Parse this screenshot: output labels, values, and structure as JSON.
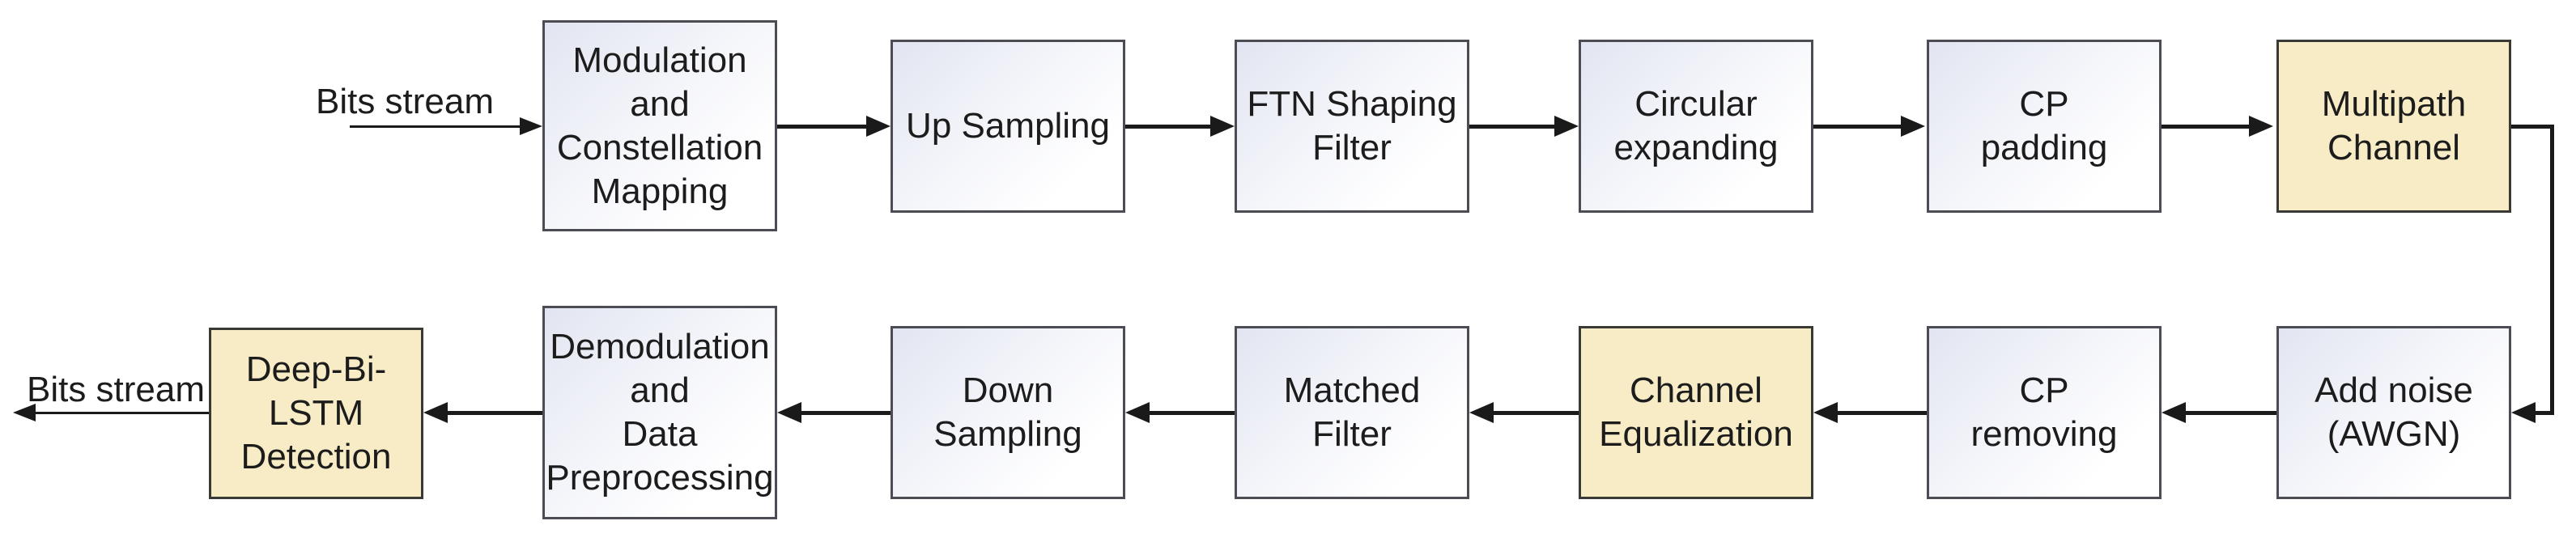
{
  "diagram": {
    "type": "block-flow-diagram",
    "input_label": "Bits stream",
    "output_label": "Bits stream",
    "colors": {
      "plain_box_fill_top": "#e2e5f1",
      "plain_box_fill_bottom": "#ffffff",
      "plain_box_border": "#4c4c54",
      "highlight_box_fill": "#f7ecc6",
      "highlight_box_border": "#3a3a34",
      "arrow": "#1a1a1a",
      "text": "#1c1c1c",
      "background": "#ffffff"
    },
    "nodes": [
      {
        "id": "modulation-constellation-mapping",
        "lines": [
          "Modulation",
          "and",
          "Constellation",
          "Mapping"
        ],
        "highlight": false,
        "row": "top"
      },
      {
        "id": "up-sampling",
        "lines": [
          "Up Sampling"
        ],
        "highlight": false,
        "row": "top"
      },
      {
        "id": "ftn-shaping-filter",
        "lines": [
          "FTN Shaping",
          "Filter"
        ],
        "highlight": false,
        "row": "top"
      },
      {
        "id": "circular-expanding",
        "lines": [
          "Circular",
          "expanding"
        ],
        "highlight": false,
        "row": "top"
      },
      {
        "id": "cp-padding",
        "lines": [
          "CP",
          "padding"
        ],
        "highlight": false,
        "row": "top"
      },
      {
        "id": "multipath-channel",
        "lines": [
          "Multipath",
          "Channel"
        ],
        "highlight": true,
        "row": "top"
      },
      {
        "id": "add-noise-awgn",
        "lines": [
          "Add noise",
          "(AWGN)"
        ],
        "highlight": false,
        "row": "bottom"
      },
      {
        "id": "cp-removing",
        "lines": [
          "CP",
          "removing"
        ],
        "highlight": false,
        "row": "bottom"
      },
      {
        "id": "channel-equalization",
        "lines": [
          "Channel",
          "Equalization"
        ],
        "highlight": true,
        "row": "bottom"
      },
      {
        "id": "matched-filter",
        "lines": [
          "Matched",
          "Filter"
        ],
        "highlight": false,
        "row": "bottom"
      },
      {
        "id": "down-sampling",
        "lines": [
          "Down",
          "Sampling"
        ],
        "highlight": false,
        "row": "bottom"
      },
      {
        "id": "demodulation-data-preprocessing",
        "lines": [
          "Demodulation",
          "and",
          "Data",
          "Preprocessing"
        ],
        "highlight": false,
        "row": "bottom"
      },
      {
        "id": "deep-bi-lstm-detection",
        "lines": [
          "Deep-Bi-LSTM",
          "Detection"
        ],
        "highlight": true,
        "row": "bottom"
      }
    ],
    "flow": [
      "Bits stream",
      "Modulation and Constellation Mapping",
      "Up Sampling",
      "FTN Shaping Filter",
      "Circular expanding",
      "CP padding",
      "Multipath Channel",
      "Add noise (AWGN)",
      "CP removing",
      "Channel Equalization",
      "Matched Filter",
      "Down Sampling",
      "Demodulation and Data Preprocessing",
      "Deep-Bi-LSTM Detection",
      "Bits stream"
    ]
  }
}
